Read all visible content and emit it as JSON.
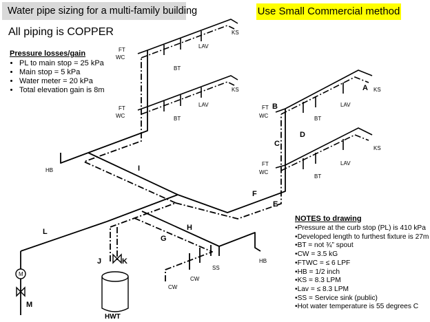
{
  "header": {
    "title": "Water pipe sizing for a multi-family building",
    "method": "Use Small Commercial method",
    "piping": "All piping is COPPER"
  },
  "pressure_losses": {
    "title": "Pressure losses/gain",
    "items": [
      "PL to main stop = 25 kPa",
      "Main stop = 5 kPa",
      "Water meter = 20 kPa",
      "Total elevation gain is 8m"
    ]
  },
  "notes": {
    "title": "NOTES to drawing",
    "items": [
      "Pressure at the curb stop (PL) is 410 kPa",
      "Developed length to furthest fixture is 27m",
      "BT = not ¾” spout",
      "CW = 3.5 kG",
      "FTWC = ≤ 6 LPF",
      "HB = 1/2 inch",
      "KS = 8.3 LPM",
      "Lav = ≤ 8.3 LPM",
      "SS = Service sink (public)",
      "Hot water temperature is 55 degrees C"
    ]
  },
  "fixture_labels": {
    "ft": "FT",
    "wc": "WC",
    "bt": "BT",
    "lav": "LAV",
    "ks": "KS",
    "hb": "HB",
    "cw": "CW",
    "ss": "SS",
    "hwt": "HWT",
    "meter": "M"
  },
  "segment_labels": {
    "a": "A",
    "b": "B",
    "c": "C",
    "d": "D",
    "e": "E",
    "f": "F",
    "g": "G",
    "h": "H",
    "i": "I",
    "j": "J",
    "k": "K",
    "l": "L",
    "m": "M"
  }
}
